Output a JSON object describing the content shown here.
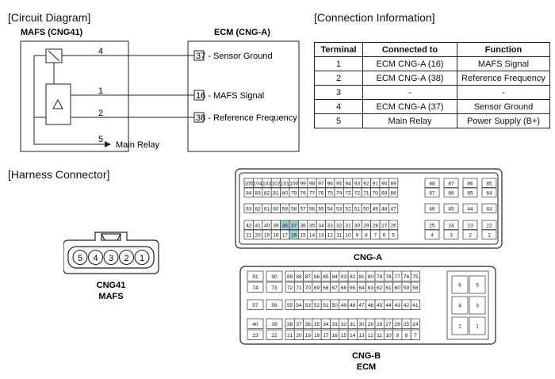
{
  "circuit": {
    "title": "[Circuit Diagram]",
    "left_label": "MAFS (CNG41)",
    "right_label": "ECM (CNG-A)",
    "pin_numbers": [
      "4",
      "1",
      "2",
      "5"
    ],
    "ecm_pins": [
      "37 - Sensor Ground",
      "16 - MAFS Signal",
      "38 - Reference Frequency"
    ],
    "main_relay": "Main Relay"
  },
  "connection": {
    "title": "[Connection Information]",
    "headers": [
      "Terminal",
      "Connected to",
      "Function"
    ],
    "rows": [
      {
        "terminal": "1",
        "connected": "ECM CNG-A (16)",
        "function": "MAFS Signal"
      },
      {
        "terminal": "2",
        "connected": "ECM CNG-A (38)",
        "function": "Reference Frequency"
      },
      {
        "terminal": "3",
        "connected": "-",
        "function": "-"
      },
      {
        "terminal": "4",
        "connected": "ECM CNG-A (37)",
        "function": "Sensor Ground"
      },
      {
        "terminal": "5",
        "connected": "Main Relay",
        "function": "Power Supply (B+)"
      }
    ]
  },
  "harness": {
    "title": "[Harness Connector]",
    "mafs_pins": [
      "5",
      "4",
      "3",
      "2",
      "1"
    ],
    "mafs_label_1": "CNG41",
    "mafs_label_2": "MAFS",
    "cnga_label": "CNG-A",
    "cngb_label_1": "CNG-B",
    "cngb_label_2": "ECM",
    "highlight_color": "#9fd1d6",
    "cnga": {
      "r1a": [
        "105",
        "104",
        "103",
        "102",
        "101",
        "100",
        "99",
        "98",
        "97",
        "96",
        "95",
        "94",
        "93",
        "92",
        "91",
        "90",
        "89"
      ],
      "r1b": [
        "88",
        "87",
        "86",
        "85"
      ],
      "r2a": [
        "84",
        "83",
        "82",
        "81",
        "80",
        "79",
        "78",
        "77",
        "76",
        "75",
        "74",
        "73",
        "72",
        "71",
        "70",
        "69",
        "68"
      ],
      "r2b": [
        "67",
        "66",
        "65",
        "64"
      ],
      "r3a": [
        "63",
        "62",
        "61",
        "60",
        "59",
        "58",
        "57",
        "56",
        "55",
        "54",
        "53",
        "52",
        "51",
        "50",
        "49",
        "48",
        "47"
      ],
      "r3b": [
        "46",
        "45",
        "44",
        "43"
      ],
      "r4a": [
        "42",
        "41",
        "40",
        "39",
        "38",
        "37",
        "36",
        "35",
        "34",
        "33",
        "32",
        "31",
        "30",
        "29",
        "28",
        "27",
        "26"
      ],
      "r4b": [
        "25",
        "24",
        "23",
        "22"
      ],
      "r5a": [
        "21",
        "20",
        "19",
        "18",
        "17",
        "16",
        "15",
        "14",
        "13",
        "12",
        "11",
        "10",
        "9",
        "8",
        "7",
        "6",
        "5"
      ],
      "r5b": [
        "4",
        "3",
        "2",
        "1"
      ],
      "highlighted": [
        "38",
        "37",
        "16"
      ]
    },
    "cngb": {
      "r1a": [
        "91",
        "90"
      ],
      "r1b": [
        "89",
        "88",
        "87",
        "86",
        "85",
        "84",
        "83",
        "82",
        "81",
        "80",
        "79",
        "78",
        "77",
        "76",
        "75"
      ],
      "r2a": [
        "74",
        "73"
      ],
      "r2b": [
        "72",
        "71",
        "70",
        "69",
        "68",
        "67",
        "66",
        "65",
        "64",
        "63",
        "62",
        "61",
        "60",
        "59",
        "58"
      ],
      "r3a": [
        "57",
        "56"
      ],
      "r3b": [
        "55",
        "54",
        "53",
        "52",
        "51",
        "50",
        "49",
        "48",
        "47",
        "46",
        "45",
        "44",
        "43",
        "42",
        "41"
      ],
      "r4a": [
        "40",
        "39"
      ],
      "r4b": [
        "38",
        "37",
        "36",
        "35",
        "34",
        "33",
        "32",
        "31",
        "30",
        "29",
        "28",
        "27",
        "26",
        "25",
        "24"
      ],
      "r5a": [
        "23",
        "22"
      ],
      "r5b": [
        "21",
        "20",
        "19",
        "18",
        "17",
        "16",
        "15",
        "14",
        "13",
        "12",
        "11",
        "10",
        "9",
        "8",
        "7"
      ],
      "side": [
        "6",
        "5",
        "4",
        "3",
        "2",
        "1"
      ]
    }
  }
}
